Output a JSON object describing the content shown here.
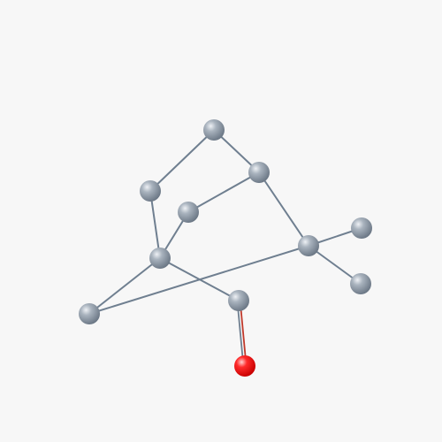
{
  "viewer": {
    "background": "#f7f7f7",
    "bond_color": "#6f7f90"
  },
  "molecule": {
    "atoms": [
      {
        "id": "c1",
        "element": "C",
        "color": "#8e99a6"
      },
      {
        "id": "c2",
        "element": "C",
        "color": "#8e99a6"
      },
      {
        "id": "c3",
        "element": "C",
        "color": "#8e99a6"
      },
      {
        "id": "c4",
        "element": "C",
        "color": "#8e99a6"
      },
      {
        "id": "c5",
        "element": "C",
        "color": "#8e99a6"
      },
      {
        "id": "c6",
        "element": "C",
        "color": "#8e99a6"
      },
      {
        "id": "c7",
        "element": "C",
        "color": "#8e99a6"
      },
      {
        "id": "c8",
        "element": "C",
        "color": "#8e99a6"
      },
      {
        "id": "c9",
        "element": "C",
        "color": "#8e99a6"
      },
      {
        "id": "c10",
        "element": "C",
        "color": "#8e99a6"
      },
      {
        "id": "o1",
        "element": "O",
        "color": "#ff1a1a"
      }
    ],
    "bonds": [
      {
        "from": "c1",
        "to": "c2",
        "order": 1
      },
      {
        "from": "c1",
        "to": "c3",
        "order": 1
      },
      {
        "from": "c2",
        "to": "c4",
        "order": 1
      },
      {
        "from": "c2",
        "to": "c6",
        "order": 1
      },
      {
        "from": "c3",
        "to": "c5",
        "order": 1
      },
      {
        "from": "c4",
        "to": "c5",
        "order": 1
      },
      {
        "from": "c5",
        "to": "c7",
        "order": 1
      },
      {
        "from": "c5",
        "to": "c8",
        "order": 1
      },
      {
        "from": "c6",
        "to": "c9",
        "order": 1
      },
      {
        "from": "c6",
        "to": "c10",
        "order": 1
      },
      {
        "from": "c7",
        "to": "c6",
        "order": 1
      },
      {
        "from": "c8",
        "to": "o1",
        "order": 2
      }
    ]
  }
}
